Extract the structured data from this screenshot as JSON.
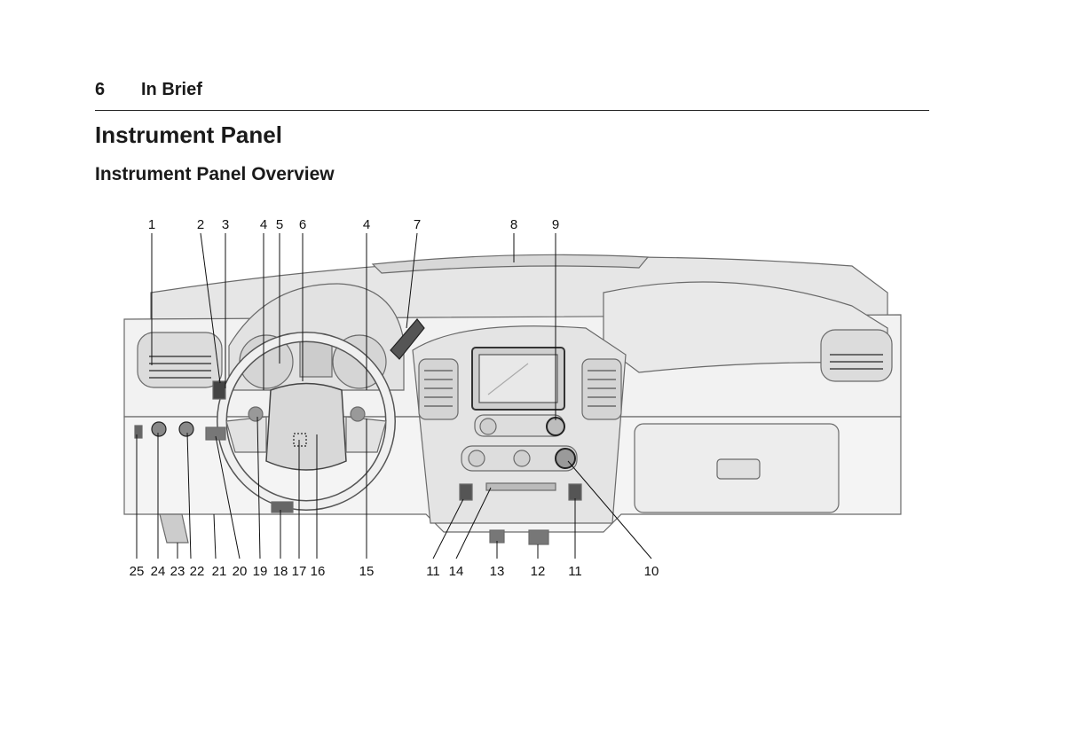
{
  "header": {
    "page_number": "6",
    "section": "In Brief"
  },
  "title": "Instrument Panel",
  "subtitle": "Instrument Panel Overview",
  "illustration": {
    "top_callouts": [
      "1",
      "2",
      "3",
      "4",
      "5",
      "6",
      "4",
      "7",
      "8",
      "9"
    ],
    "bottom_callouts": [
      "25",
      "24",
      "23",
      "22",
      "21",
      "20",
      "19",
      "18",
      "17",
      "16",
      "15",
      "11",
      "14",
      "13",
      "12",
      "11",
      "10"
    ]
  }
}
